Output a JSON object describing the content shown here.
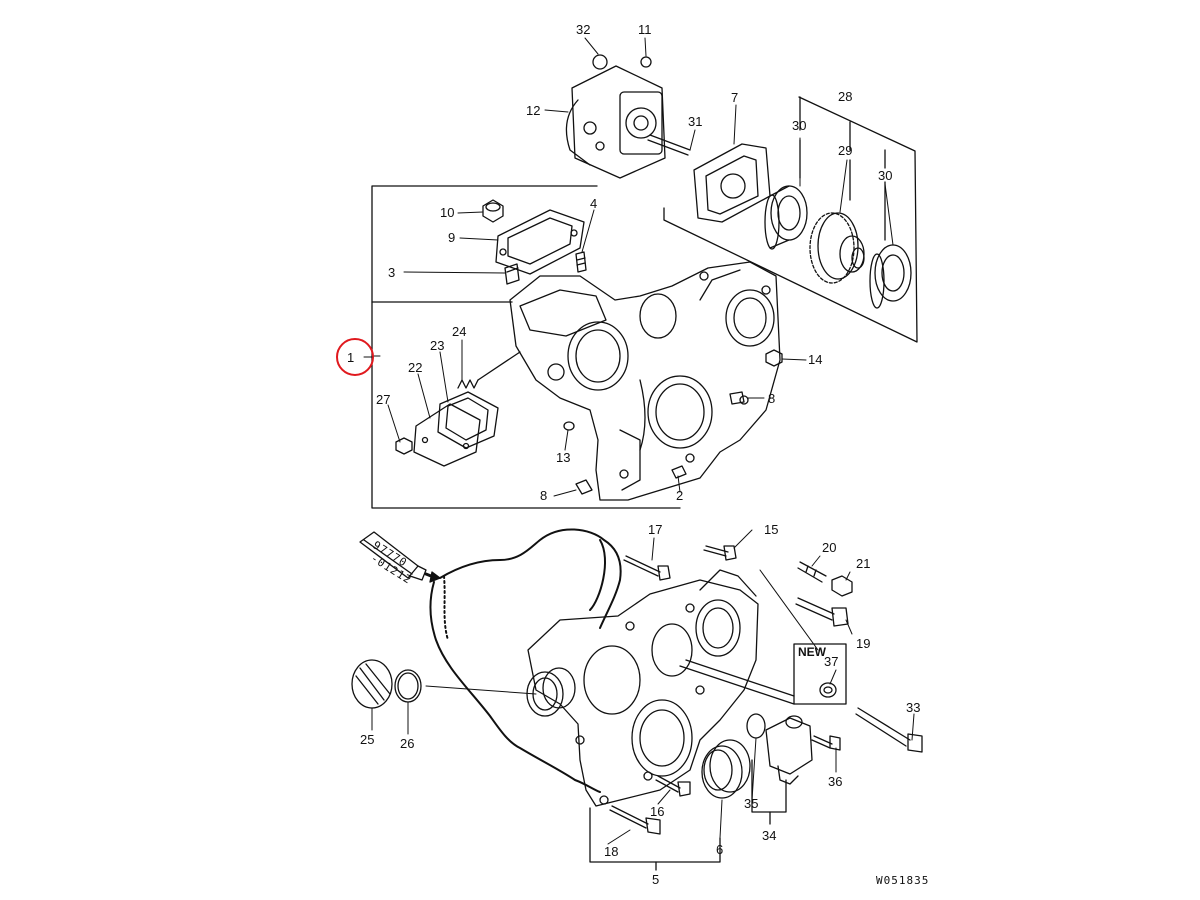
{
  "callouts": {
    "c1": "1",
    "c2": "2",
    "c3": "3",
    "c4": "4",
    "c5": "5",
    "c6": "6",
    "c7": "7",
    "c8a": "8",
    "c8b": "8",
    "c9": "9",
    "c10": "10",
    "c11": "11",
    "c12": "12",
    "c13": "13",
    "c14": "14",
    "c15": "15",
    "c16": "16",
    "c17": "17",
    "c18": "18",
    "c19": "19",
    "c20": "20",
    "c21": "21",
    "c22": "22",
    "c23": "23",
    "c24": "24",
    "c25": "25",
    "c26": "26",
    "c27": "27",
    "c28": "28",
    "c29": "29",
    "c30a": "30",
    "c30b": "30",
    "c31": "31",
    "c32": "32",
    "c33": "33",
    "c34": "34",
    "c35": "35",
    "c36": "36",
    "c37": "37"
  },
  "new_tag": "NEW",
  "tube_code_line1": "97770",
  "tube_code_line2": "-01212",
  "drawing_code": "W051835",
  "colors": {
    "line": "#111111",
    "highlight": "#e0191e"
  }
}
